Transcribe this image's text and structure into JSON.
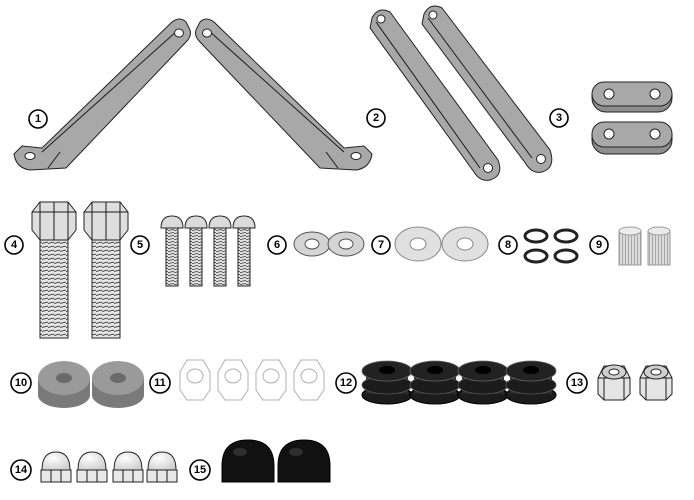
{
  "parts": [
    {
      "number": "1",
      "icon": "bent-bracket-pair-icon"
    },
    {
      "number": "2",
      "icon": "flat-strap-pair-icon"
    },
    {
      "number": "3",
      "icon": "spacer-plate-pair-icon"
    },
    {
      "number": "4",
      "icon": "hex-bolt-pair-icon"
    },
    {
      "number": "5",
      "icon": "button-head-screw-set-icon"
    },
    {
      "number": "6",
      "icon": "small-flat-washer-pair-icon"
    },
    {
      "number": "7",
      "icon": "large-flat-washer-pair-icon"
    },
    {
      "number": "8",
      "icon": "spring-washer-set-icon"
    },
    {
      "number": "9",
      "icon": "spacer-sleeve-pair-icon"
    },
    {
      "number": "10",
      "icon": "thick-spacer-pair-icon"
    },
    {
      "number": "11",
      "icon": "transparent-nut-set-icon"
    },
    {
      "number": "12",
      "icon": "rubber-grommet-set-icon"
    },
    {
      "number": "13",
      "icon": "lock-nut-pair-icon"
    },
    {
      "number": "14",
      "icon": "cap-nut-set-icon"
    },
    {
      "number": "15",
      "icon": "black-cap-pair-icon"
    }
  ],
  "colors": {
    "metal": "#a8a8a8",
    "rubber": "#1c1c1c",
    "spacer": "#8a8a8a",
    "washer": "#d4d4d4",
    "outline": "#1a1a1a"
  }
}
